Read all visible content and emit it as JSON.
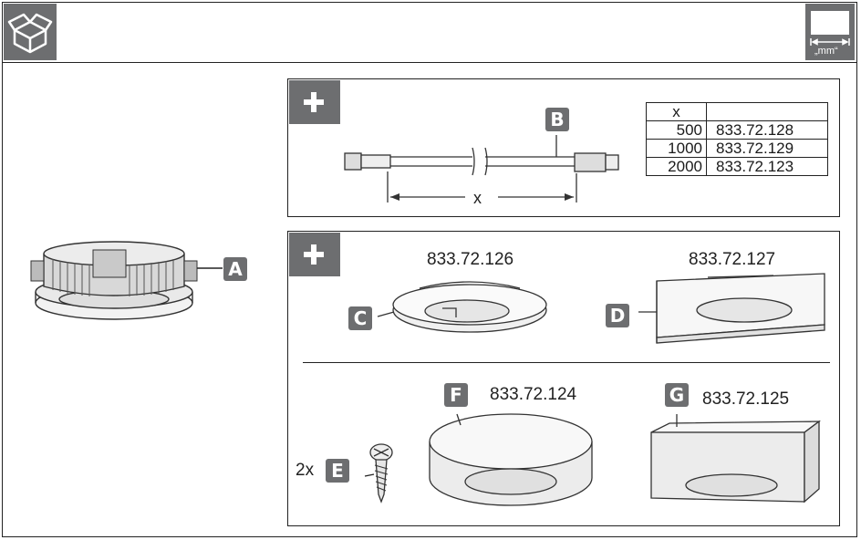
{
  "header": {
    "box_icon": "package-box-icon",
    "measure_icon": "dimension-ruler-icon",
    "unit_label": "„mm“"
  },
  "parts": {
    "A": {
      "letter": "A"
    },
    "B": {
      "letter": "B",
      "dimension_label": "x"
    },
    "C": {
      "letter": "C",
      "code": "833.72.126"
    },
    "D": {
      "letter": "D",
      "code": "833.72.127"
    },
    "E": {
      "letter": "E",
      "quantity": "2x"
    },
    "F": {
      "letter": "F",
      "code": "833.72.124"
    },
    "G": {
      "letter": "G",
      "code": "833.72.125"
    }
  },
  "length_table": {
    "header": "x",
    "rows": [
      {
        "length": "500",
        "code": "833.72.128"
      },
      {
        "length": "1000",
        "code": "833.72.129"
      },
      {
        "length": "2000",
        "code": "833.72.123"
      }
    ]
  },
  "colors": {
    "badge": "#6d6e70",
    "line": "#222222"
  }
}
